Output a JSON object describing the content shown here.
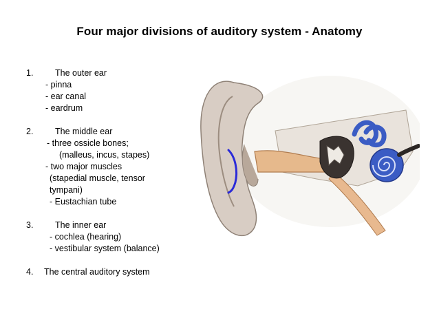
{
  "slide": {
    "title": "Four major divisions of auditory system - Anatomy",
    "items": [
      {
        "num": "1.",
        "heading": "The outer ear",
        "subs": [
          "- pinna",
          "- ear canal",
          "- eardrum"
        ]
      },
      {
        "num": "2.",
        "heading": "The middle ear",
        "subs": [
          "- three ossicle bones;",
          "(malleus, incus, stapes)",
          "- two major muscles",
          "(stapedial muscle, tensor",
          "tympani)",
          "- Eustachian tube"
        ]
      },
      {
        "num": "3.",
        "heading": "The inner ear",
        "subs": [
          "- cochlea (hearing)",
          "- vestibular system (balance)"
        ]
      },
      {
        "num": "4.",
        "heading": "The central auditory system"
      }
    ]
  },
  "colors": {
    "eardrum_highlight": "#2a2ad8",
    "cochlea": "#3b5cc4",
    "canal": "#e6b98c"
  },
  "figure": {
    "icon": "ear-anatomy-illustration"
  }
}
